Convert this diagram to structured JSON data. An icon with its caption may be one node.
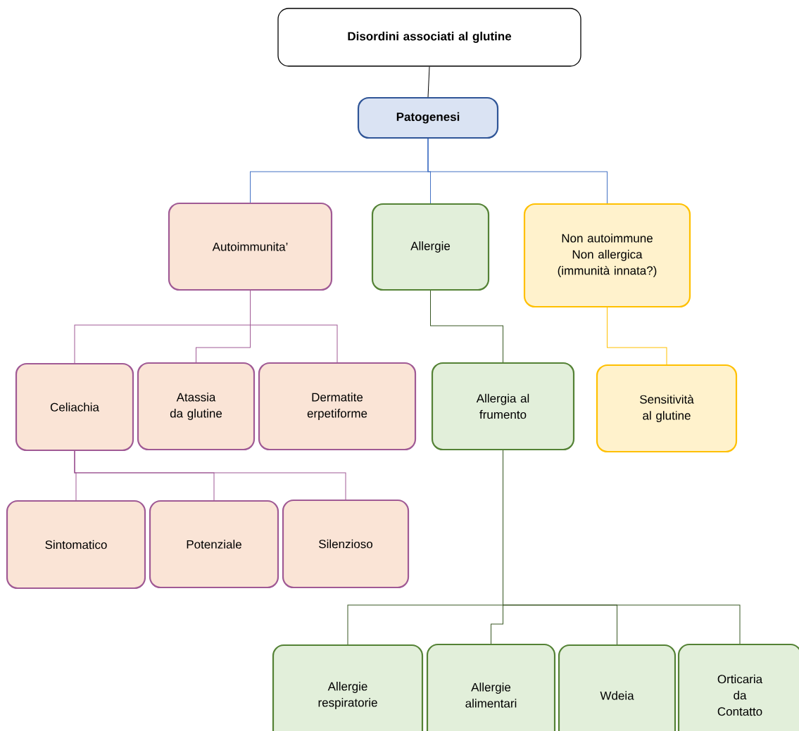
{
  "diagram": {
    "nodes": [
      {
        "text": [
          "Disordini associati al glutine"
        ]
      },
      {
        "text": [
          "Patogenesi"
        ]
      },
      {
        "text": [
          "Autoimmunita’"
        ]
      },
      {
        "text": [
          "Allergie"
        ]
      },
      {
        "text": [
          "Non autoimmune Non allergica (immunità innata?)"
        ]
      },
      {
        "text": [
          "Celiachia"
        ]
      },
      {
        "text": [
          "Atassia da glutine"
        ]
      },
      {
        "text": [
          "Dermatite erpetiforme"
        ]
      },
      {
        "text": [
          "Allergia al frumento"
        ]
      },
      {
        "text": [
          "Sensitività al glutine"
        ]
      },
      {
        "text": [
          "Sintomatico"
        ]
      },
      {
        "text": [
          "Potenziale"
        ]
      },
      {
        "text": [
          "Silenzioso"
        ]
      },
      {
        "text": [
          "Allergie respiratorie"
        ]
      },
      {
        "text": [
          "Allergie alimentari"
        ]
      },
      {
        "text": [
          "Wdeia"
        ]
      },
      {
        "text": [
          "Orticaria da Contatto"
        ]
      }
    ],
    "edges": [
      {
        "from": 0,
        "to": 1,
        "arrow": "none",
        "color": "#000000"
      },
      {
        "from": 1,
        "to": 2,
        "arrow": "none",
        "color": "#4472c4"
      },
      {
        "from": 1,
        "to": 3,
        "arrow": "none",
        "color": "#4472c4"
      },
      {
        "from": 1,
        "to": 4,
        "arrow": "none",
        "color": "#4472c4"
      },
      {
        "from": 2,
        "to": 5,
        "arrow": "none"
      },
      {
        "from": 2,
        "to": 6,
        "arrow": "none"
      },
      {
        "from": 2,
        "to": 7,
        "arrow": "none"
      },
      {
        "from": 3,
        "to": 8,
        "arrow": "none",
        "color": "#385723"
      },
      {
        "from": 4,
        "to": 9,
        "arrow": "none",
        "color": "#ffc000"
      },
      {
        "from": 5,
        "to": 10,
        "arrow": "none"
      },
      {
        "from": 5,
        "to": 11,
        "arrow": "none"
      },
      {
        "from": 5,
        "to": 12,
        "arrow": "none"
      },
      {
        "from": 8,
        "to": 13,
        "arrow": "none",
        "color": "#385723"
      },
      {
        "from": 8,
        "to": 14,
        "arrow": "none",
        "color": "#385723"
      },
      {
        "from": 8,
        "to": 15,
        "arrow": "none",
        "color": "#385723"
      },
      {
        "from": 8,
        "to": 16,
        "arrow": "none",
        "color": "#385723"
      }
    ]
  }
}
